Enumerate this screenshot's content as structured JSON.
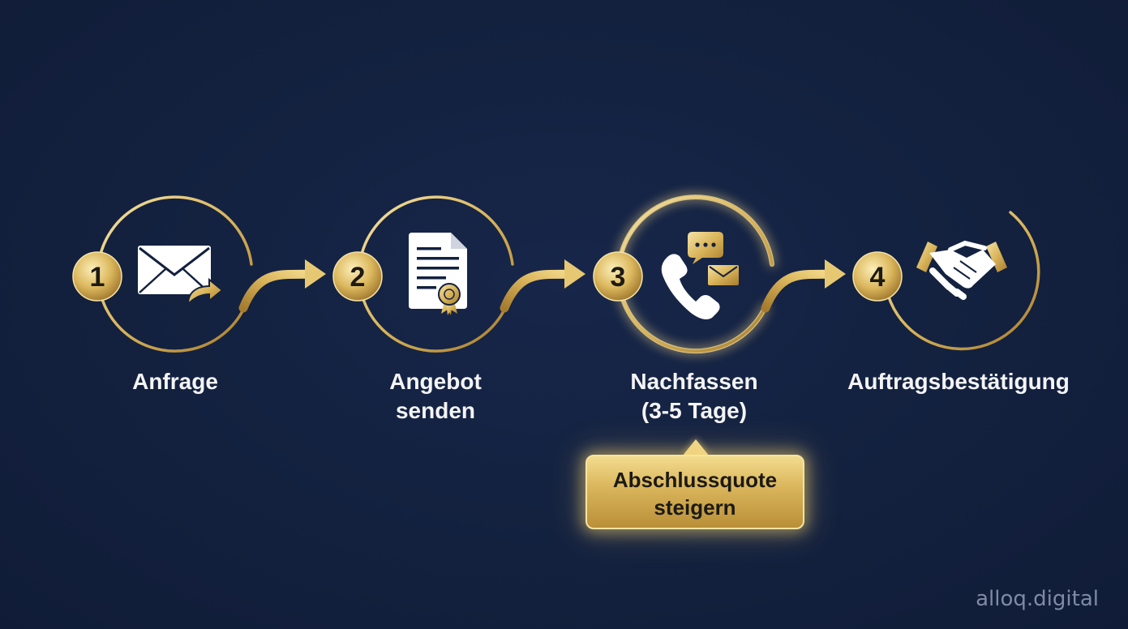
{
  "colors": {
    "background": "#13213f",
    "gold_light": "#f6e3a6",
    "gold": "#d9b45a",
    "gold_dark": "#a67c2e",
    "text": "#f4f4f6",
    "callout_text": "#1c1a16",
    "watermark": "#7f8aa3"
  },
  "steps": [
    {
      "number": "1",
      "label_lines": [
        "Anfrage"
      ],
      "icon": "envelope-forward-icon",
      "highlighted": false
    },
    {
      "number": "2",
      "label_lines": [
        "Angebot",
        "senden"
      ],
      "icon": "certified-document-icon",
      "highlighted": false
    },
    {
      "number": "3",
      "label_lines": [
        "Nachfassen",
        "(3-5 Tage)"
      ],
      "icon": "phone-chat-mail-icon",
      "highlighted": true
    },
    {
      "number": "4",
      "label_lines": [
        "Auftragsbestätigung"
      ],
      "icon": "handshake-icon",
      "highlighted": false
    }
  ],
  "callout": {
    "lines": [
      "Abschlussquote",
      "steigern"
    ]
  },
  "watermark": "alloq.digital"
}
